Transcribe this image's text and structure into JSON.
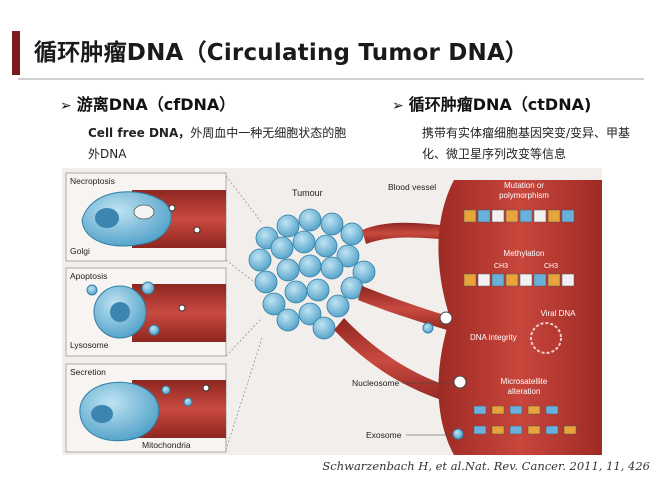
{
  "header": {
    "title": "循环肿瘤DNA（Circulating Tumor DNA）"
  },
  "left_section": {
    "arrow": "➢",
    "heading": "游离DNA（cfDNA）",
    "body_bold": "Cell free DNA，",
    "body_rest": "外周血中一种无细胞状态的胞外DNA"
  },
  "right_section": {
    "arrow": "➢",
    "heading": "循环肿瘤DNA（ctDNA)",
    "body": "携带有实体瘤细胞基因突变/变异、甲基化、微卫星序列改变等信息"
  },
  "figure": {
    "labels": {
      "necroptosis": "Necroptosis",
      "golgi": "Golgi",
      "apoptosis": "Apoptosis",
      "lysosome": "Lysosome",
      "secretion": "Secretion",
      "mitochondria": "Mitochondria",
      "tumour": "Tumour",
      "blood_vessel": "Blood vessel",
      "mutation_1": "Mutation or",
      "mutation_2": "polymorphism",
      "methylation": "Methylation",
      "ch3_a": "CH3",
      "ch3_b": "CH3",
      "viral_dna": "Viral DNA",
      "dna_integrity": "DNA integrity",
      "nucleosome": "Nucleosome",
      "microsatellite_1": "Microsatellite",
      "microsatellite_2": "alteration",
      "exosome": "Exosome"
    },
    "colors": {
      "vessel": "#b93a32",
      "vessel_dark": "#8e2620",
      "cell": "#6fb6d6",
      "cell_dark": "#2f7fa6",
      "panel_bg": "#f7f4f2"
    }
  },
  "citation": "Schwarzenbach H, et al.Nat. Rev. Cancer. 2011, 11, 426"
}
